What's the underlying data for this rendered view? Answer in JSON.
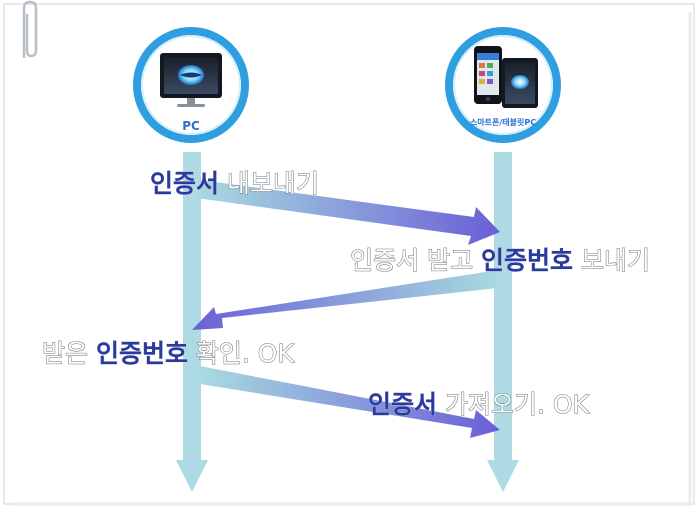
{
  "nodes": {
    "pc": {
      "label": "PC"
    },
    "mobile": {
      "label": "스마트폰/태블릿PC"
    }
  },
  "steps": [
    {
      "keyword": "인증서",
      "rest": " 내보내기"
    },
    {
      "before": "인증서 받고 ",
      "keyword": "인증번호",
      "rest": " 보내기"
    },
    {
      "before": "받은 ",
      "keyword": "인증번호",
      "rest": " 확인. OK"
    },
    {
      "keyword": "인증서",
      "rest": " 가져오기. OK"
    }
  ],
  "colors": {
    "ring": "#2f9ee0",
    "lifeline": "#aedbe3",
    "arrow_start": "#a8dbe0",
    "arrow_end": "#6a5fd6",
    "keyword": "#2b3a9b",
    "node_label": "#2d6fd0"
  }
}
